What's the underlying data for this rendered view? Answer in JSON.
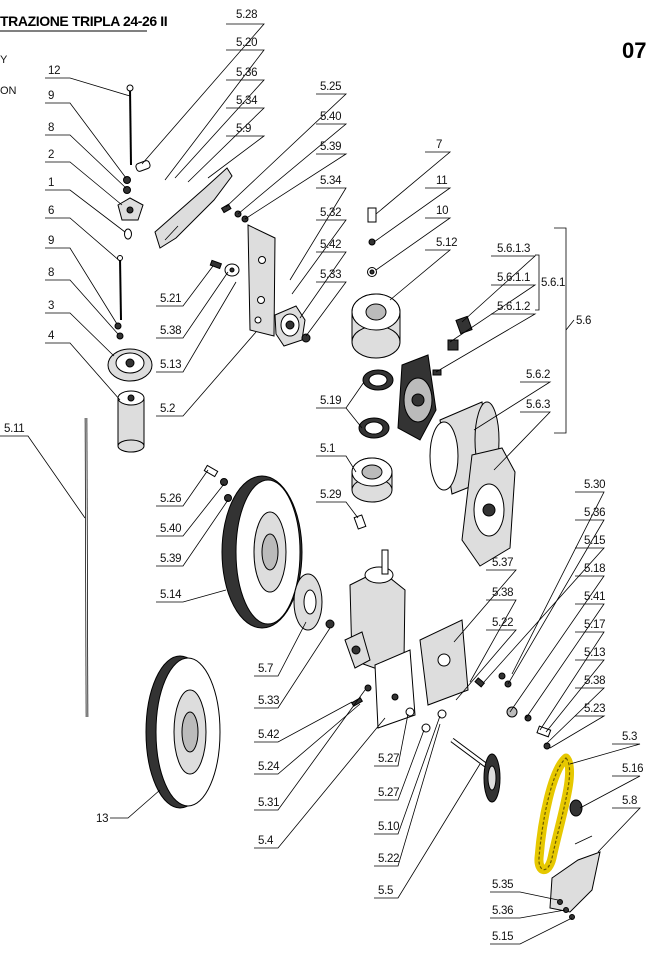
{
  "header": {
    "title": "TRAZIONE TRIPLA 24-26 II",
    "page_code": "07",
    "side_text_1": "Y",
    "side_text_2": "ON"
  },
  "colors": {
    "highlight": "#e6c800",
    "line": "#000000"
  },
  "labels": {
    "l_12": "12",
    "l_9a": "9",
    "l_8a": "8",
    "l_2": "2",
    "l_1": "1",
    "l_6": "6",
    "l_9b": "9",
    "l_8b": "8",
    "l_3": "3",
    "l_4": "4",
    "l_511": "5.11",
    "l_528": "5.28",
    "l_520": "5.20",
    "l_536a": "5.36",
    "l_534a": "5.34",
    "l_59": "5.9",
    "l_525": "5.25",
    "l_540a": "5.40",
    "l_539a": "5.39",
    "l_534b": "5.34",
    "l_532": "5.32",
    "l_542a": "5.42",
    "l_533a": "5.33",
    "l_521": "5.21",
    "l_538a": "5.38",
    "l_513a": "5.13",
    "l_52": "5.2",
    "l_7": "7",
    "l_11": "11",
    "l_10": "10",
    "l_512": "5.12",
    "l_5613": "5.6.1.3",
    "l_5611": "5.6.1.1",
    "l_5612": "5.6.1.2",
    "l_561": "5.6.1",
    "l_56": "5.6",
    "l_562": "5.6.2",
    "l_563": "5.6.3",
    "l_519": "5.19",
    "l_51": "5.1",
    "l_529": "5.29",
    "l_526": "5.26",
    "l_540b": "5.40",
    "l_539b": "5.39",
    "l_514": "5.14",
    "l_530": "5.30",
    "l_536b": "5.36",
    "l_515a": "5.15",
    "l_518": "5.18",
    "l_541": "5.41",
    "l_517": "5.17",
    "l_513b": "5.13",
    "l_538b": "5.38",
    "l_523": "5.23",
    "l_53": "5.3",
    "l_516": "5.16",
    "l_58": "5.8",
    "l_537": "5.37",
    "l_538c": "5.38",
    "l_522a": "5.22",
    "l_57": "5.7",
    "l_533b": "5.33",
    "l_542b": "5.42",
    "l_524": "5.24",
    "l_531": "5.31",
    "l_54": "5.4",
    "l_527a": "5.27",
    "l_527b": "5.27",
    "l_510": "5.10",
    "l_522b": "5.22",
    "l_55": "5.5",
    "l_535": "5.35",
    "l_536c": "5.36",
    "l_515b": "5.15",
    "l_13": "13"
  }
}
